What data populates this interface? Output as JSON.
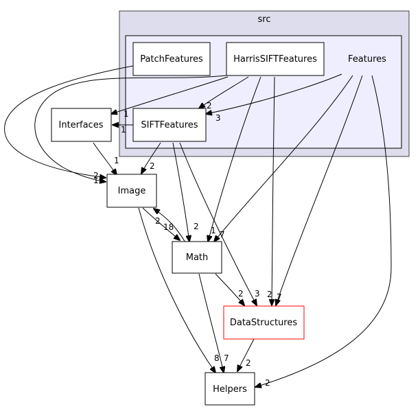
{
  "clusters": {
    "src": {
      "label": "src",
      "fill": "#dddded",
      "stroke": "#404040"
    },
    "features": {
      "label": "Features",
      "fill": "#eeeeff",
      "stroke": "#000000"
    }
  },
  "nodes": {
    "patch_features": "PatchFeatures",
    "harris_sift_features": "HarrisSIFTFeatures",
    "sift_features": "SIFTFeatures",
    "interfaces": "Interfaces",
    "image": "Image",
    "math": "Math",
    "data_structures": "DataStructures",
    "helpers": "Helpers"
  },
  "colors": {
    "data_structures_border": "#ff0000"
  },
  "edge_labels": {
    "harris_to_interfaces": "1",
    "harris_to_sift": "2",
    "features_to_sift": "3",
    "sift_to_interfaces": "1",
    "interfaces_to_image": "1",
    "sift_to_image": "2",
    "patch_to_image": "2",
    "harris_to_image": "1",
    "image_to_math": "2",
    "math_to_image": "18",
    "sift_to_math": "2",
    "harris_to_math": "1",
    "features_to_math": "7",
    "math_to_ds": "2",
    "sift_to_ds": "3",
    "harris_to_ds": "2",
    "features_to_ds": "7",
    "image_to_helpers": "8",
    "math_to_helpers": "7",
    "ds_to_helpers": "2",
    "features_to_helpers": "2"
  }
}
